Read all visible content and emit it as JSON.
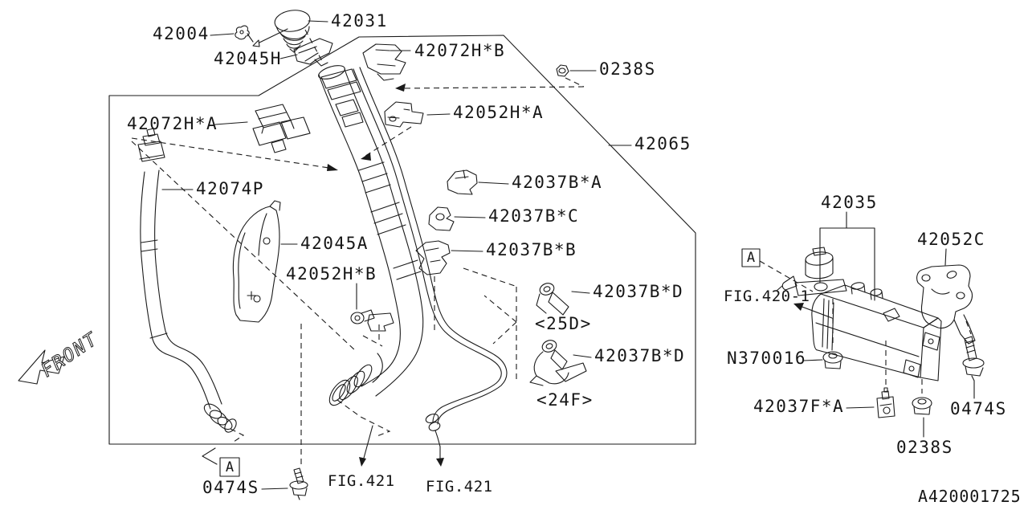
{
  "diagram": {
    "type": "vehicle-parts-line-diagram",
    "doc_number": "A420001725",
    "front_label": "FRONT",
    "ref_boxes": {
      "right": "A",
      "bottom": "A"
    },
    "fig_refs": {
      "fig421_a": "FIG.421",
      "fig421_b": "FIG.421",
      "fig420_1": "FIG.420-1"
    },
    "part_labels": {
      "l42004": "42004",
      "l42031": "42031",
      "l42045H": "42045H",
      "l42072HB": "42072H*B",
      "l0238S_top": "0238S",
      "l42052HA": "42052H*A",
      "l42072HA": "42072H*A",
      "l42065": "42065",
      "l42074P": "42074P",
      "l42037BA": "42037B*A",
      "l42037BC": "42037B*C",
      "l42037BB": "42037B*B",
      "l42045A": "42045A",
      "l42052HB": "42052H*B",
      "l42037BD1": "42037B*D",
      "l25D": "<25D>",
      "l42037BD2": "42037B*D",
      "l24F": "<24F>",
      "l0474S_left": "0474S",
      "l42035": "42035",
      "l42052C": "42052C",
      "lN370016": "N370016",
      "l42037FA": "42037F*A",
      "l0474S_right": "0474S",
      "l0238S_right": "0238S"
    }
  }
}
